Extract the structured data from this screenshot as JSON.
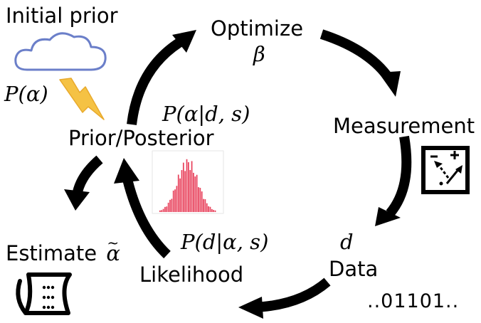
{
  "labels": {
    "initial_prior": "Initial prior",
    "optimize": "Optimize",
    "measurement": "Measurement",
    "data": "Data",
    "likelihood": "Likelihood",
    "prior_posterior": "Prior/Posterior",
    "estimate": "Estimate",
    "bits": "..01101.."
  },
  "math": {
    "beta": "β",
    "p_alpha": "P(α)",
    "posterior": "P(α|d, s)",
    "likelihood": "P(d|α, s)",
    "d": "d",
    "alpha": "α",
    "tilde": "~"
  },
  "icons": {
    "cloud": "cloud-icon",
    "lightning": "lightning-bolt-icon",
    "histogram": "posterior-histogram-icon",
    "measurement": "measurement-device-icon",
    "scroll": "scroll-document-icon"
  },
  "colors": {
    "cloud_stroke": "#6b7fc9",
    "lightning": "#f5c244",
    "histogram": "#e8435d",
    "arrow": "#000000"
  }
}
